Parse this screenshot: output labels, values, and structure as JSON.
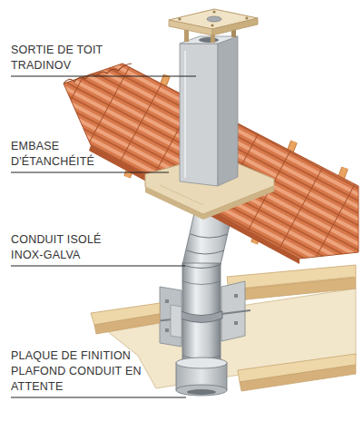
{
  "diagram": {
    "labels": [
      "SORTIE DE TOIT TRADINOV",
      "EMBASE D'ÉTANCHÉITÉ",
      "CONDUIT ISOLÉ INOX-GALVA",
      "PLAQUE DE FINITION PLAFOND CONDUIT EN ATTENTE"
    ]
  }
}
